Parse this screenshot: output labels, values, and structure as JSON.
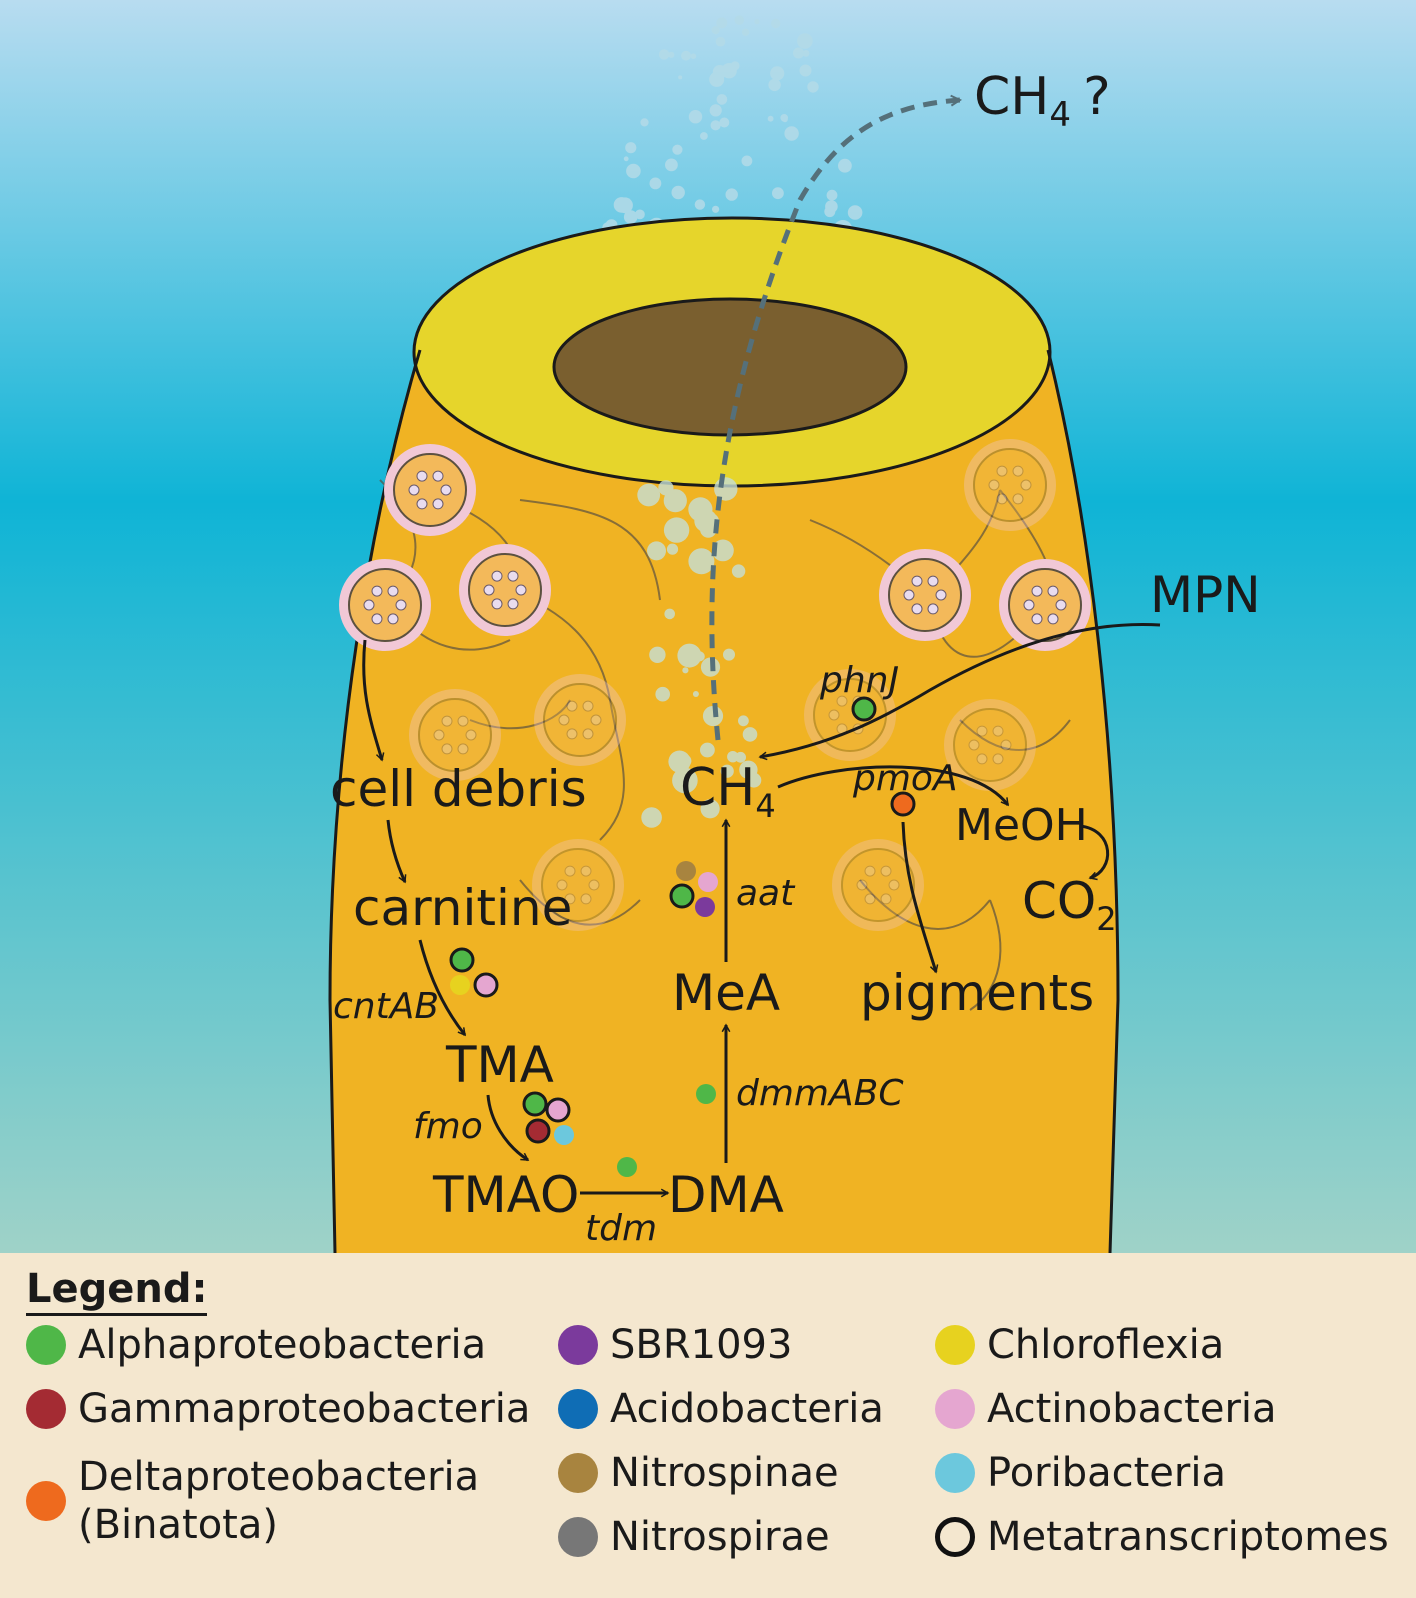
{
  "labels": {
    "ch4_top": "CH",
    "ch4_top_sub": "4",
    "ch4_top_q": "?",
    "mpn": "MPN",
    "phnj": "phnJ",
    "ch4_center": "CH",
    "ch4_center_sub": "4",
    "pmoa": "pmoA",
    "meoh": "MeOH",
    "co2": "CO",
    "co2_sub": "2",
    "cell_debris": "cell debris",
    "carnitine": "carnitine",
    "aat": "aat",
    "cntab": "cntAB",
    "mea": "MeA",
    "pigments": "pigments",
    "tma": "TMA",
    "dmmabc": "dmmABC",
    "fmo": "fmo",
    "tmao": "TMAO",
    "dma": "DMA",
    "tdm": "tdm"
  },
  "colors": {
    "alpha": "#4fb748",
    "gamma": "#a42b33",
    "delta": "#ee6a1e",
    "sbr": "#7b3a9c",
    "acido": "#0f6db5",
    "nitrospinae": "#a8843f",
    "nitrospirae": "#777777",
    "chloroflexia": "#e7d21f",
    "actino": "#e5a6d0",
    "pori": "#6cc8dd",
    "sponge": "#f0b323",
    "sponge_rim": "#e6d52b",
    "osculum": "#7a5f2f"
  },
  "legend": {
    "title": "Legend:",
    "items": [
      {
        "label": "Alphaproteobacteria",
        "color": "#4fb748",
        "icon": "alphaproteobacteria-dot-icon"
      },
      {
        "label": "Gammaproteobacteria",
        "color": "#a42b33",
        "icon": "gammaproteobacteria-dot-icon"
      },
      {
        "label": "Deltaproteobacteria\n(Binatota)",
        "color": "#ee6a1e",
        "icon": "deltaproteobacteria-dot-icon"
      },
      {
        "label": "SBR1093",
        "color": "#7b3a9c",
        "icon": "sbr1093-dot-icon"
      },
      {
        "label": "Acidobacteria",
        "color": "#0f6db5",
        "icon": "acidobacteria-dot-icon"
      },
      {
        "label": "Nitrospinae",
        "color": "#a8843f",
        "icon": "nitrospinae-dot-icon"
      },
      {
        "label": "Nitrospirae",
        "color": "#777777",
        "icon": "nitrospirae-dot-icon"
      },
      {
        "label": "Chloroflexia",
        "color": "#e7d21f",
        "icon": "chloroflexia-dot-icon"
      },
      {
        "label": "Actinobacteria",
        "color": "#e5a6d0",
        "icon": "actinobacteria-dot-icon"
      },
      {
        "label": "Poribacteria",
        "color": "#6cc8dd",
        "icon": "poribacteria-dot-icon"
      },
      {
        "label": "Metatranscriptomes",
        "color": "",
        "icon": "metatranscriptomes-ring-icon"
      }
    ]
  }
}
